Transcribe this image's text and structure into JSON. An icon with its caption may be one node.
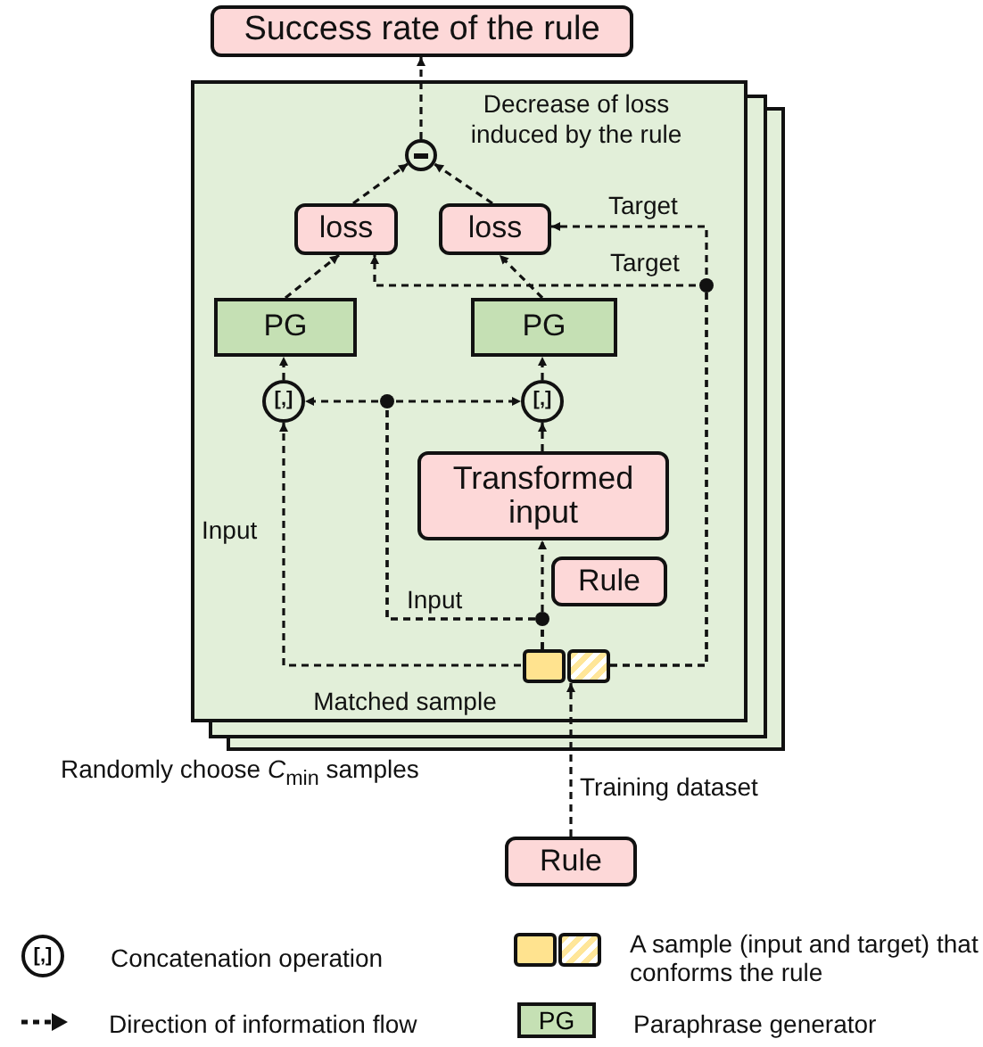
{
  "diagram": {
    "nodes": [
      {
        "text": [
          "Success rate of the rule"
        ]
      },
      {
        "text": [],
        "shape": "box"
      },
      {
        "text": [],
        "shape": "circle",
        "in": 1,
        "beside": [
          "Decrease of loss induced by the rule"
        ]
      },
      {
        "text": [
          "loss"
        ],
        "in": 1
      },
      {
        "text": [
          "loss"
        ],
        "in": 1
      },
      {
        "text": [
          "PG"
        ],
        "in": 1
      },
      {
        "text": [
          "PG"
        ],
        "in": 1
      },
      {
        "text": [
          "[,]"
        ],
        "in": 1
      },
      {
        "text": [
          "[,]"
        ],
        "in": 1
      },
      {
        "text": [
          "Transformed input"
        ],
        "in": 1
      },
      {
        "text": [
          "Rule"
        ],
        "in": 1
      },
      {
        "text": [],
        "shape": "box",
        "in": 1,
        "beside": [
          "Matched sample"
        ]
      },
      {
        "text": [
          "Rule"
        ]
      }
    ],
    "edges": [
      {
        "from": 2,
        "to": 0,
        "arrow": "to",
        "style": "dashed"
      },
      {
        "from": 3,
        "to": 2,
        "arrow": "to",
        "style": "dashed"
      },
      {
        "from": 4,
        "to": 2,
        "arrow": "to",
        "style": "dashed"
      },
      {
        "from": 5,
        "to": 3,
        "arrow": "to",
        "style": "dashed"
      },
      {
        "from": 6,
        "to": 4,
        "arrow": "to",
        "style": "dashed"
      },
      {
        "from": 7,
        "to": 5,
        "arrow": "to",
        "style": "dashed"
      },
      {
        "from": 8,
        "to": 6,
        "arrow": "to",
        "style": "dashed"
      },
      {
        "from": 9,
        "to": 8,
        "arrow": "to",
        "style": "dashed"
      },
      {
        "from": 11,
        "to": 9,
        "arrow": "to",
        "style": "dashed"
      },
      {
        "from": 11,
        "to": 7,
        "arrow": "to",
        "style": "dashed",
        "label": "Input"
      },
      {
        "from": 11,
        "to": 7,
        "arrow": "to",
        "style": "dashed",
        "label": "Input"
      },
      {
        "from": 11,
        "to": 8,
        "arrow": "to",
        "style": "dashed"
      },
      {
        "from": 11,
        "to": 3,
        "arrow": "to",
        "style": "dashed",
        "label": "Target"
      },
      {
        "from": 11,
        "to": 4,
        "arrow": "to",
        "style": "dashed",
        "label": "Target"
      },
      {
        "from": 12,
        "to": 11,
        "arrow": "to",
        "style": "dashed",
        "label": "Training dataset"
      }
    ],
    "labels": [
      "Randomly choose *C*$_{min}$ samples",
      "[,]",
      "PG"
    ],
    "legend": [
      {
        "text": "Concatenation operation"
      },
      {
        "text": "A sample (input and target) that conforms the rule"
      },
      {
        "text": "Direction of information flow"
      },
      {
        "text": "Paraphrase generator"
      }
    ]
  }
}
